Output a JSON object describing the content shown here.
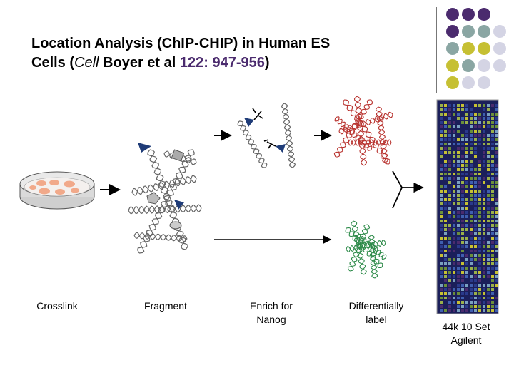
{
  "title": {
    "line1": "Location Analysis (ChIP-CHIP) in Human ES",
    "line2_prefix": "Cells (",
    "journal": "Cell",
    "authors": " Boyer et al ",
    "reference": "122: 947-956",
    "line2_suffix": ")"
  },
  "steps": [
    {
      "id": "crosslink",
      "label": "Crosslink"
    },
    {
      "id": "fragment",
      "label": "Fragment"
    },
    {
      "id": "enrich",
      "label": "Enrich for Nanog"
    },
    {
      "id": "label",
      "label": "Differentially label"
    },
    {
      "id": "array",
      "label": "44k 10 Set Agilent"
    }
  ],
  "colors": {
    "purple": "#4b2b6e",
    "teal": "#8aa6a3",
    "olive": "#c6c033",
    "lavender": "#d4d4e4",
    "dna_red": "#b8322e",
    "dna_green": "#2e8b4a",
    "antibody_blue": "#1f3c78",
    "dish_pink": "#f1a98a"
  },
  "icons": [
    "petri-dish-icon",
    "dna-fragment-icon",
    "antibody-icon",
    "dna-red-icon",
    "dna-green-icon",
    "microarray-icon",
    "arrow-icon"
  ]
}
